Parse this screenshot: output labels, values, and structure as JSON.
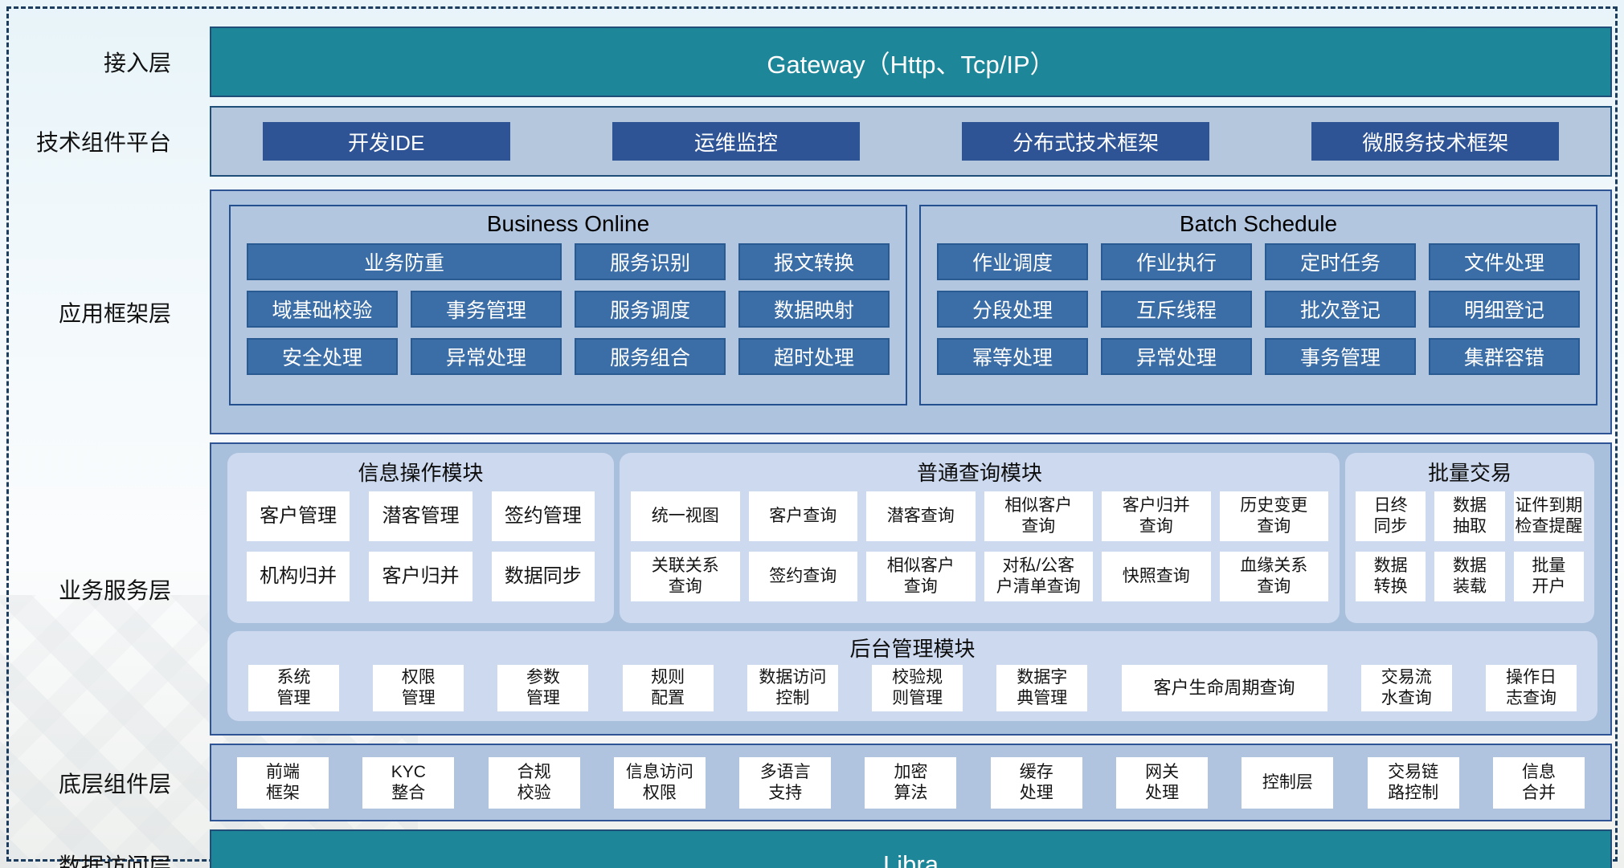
{
  "access_layer": {
    "label": "接入层",
    "gateway": "Gateway（Http、Tcp/IP）"
  },
  "tech_platform": {
    "label": "技术组件平台",
    "buttons": [
      "开发IDE",
      "运维监控",
      "分布式技术框架",
      "微服务技术框架"
    ]
  },
  "app_framework": {
    "label": "应用框架层",
    "business_online": {
      "title": "Business Online",
      "tiles": [
        {
          "label": "业务防重",
          "wide": true
        },
        "服务识别",
        "报文转换",
        "域基础校验",
        "事务管理",
        "服务调度",
        "数据映射",
        "安全处理",
        "异常处理",
        "服务组合",
        "超时处理"
      ]
    },
    "batch_schedule": {
      "title": "Batch Schedule",
      "tiles": [
        "作业调度",
        "作业执行",
        "定时任务",
        "文件处理",
        "分段处理",
        "互斥线程",
        "批次登记",
        "明细登记",
        "幂等处理",
        "异常处理",
        "事务管理",
        "集群容错"
      ]
    }
  },
  "business_service": {
    "label": "业务服务层",
    "info_module": {
      "title": "信息操作模块",
      "tiles": [
        "客户管理",
        "潜客管理",
        "签约管理",
        "机构归并",
        "客户归并",
        "数据同步"
      ]
    },
    "query_module": {
      "title": "普通查询模块",
      "tiles": [
        "统一视图",
        "客户查询",
        "潜客查询",
        "相似客户\n查询",
        "客户归并\n查询",
        "历史变更\n查询",
        "关联关系\n查询",
        "签约查询",
        "相似客户\n查询",
        "对私/公客\n户清单查询",
        "快照查询",
        "血缘关系\n查询"
      ]
    },
    "batch_trade": {
      "title": "批量交易",
      "tiles": [
        "日终\n同步",
        "数据\n抽取",
        "证件到期\n检查提醒",
        "数据\n转换",
        "数据\n装载",
        "批量\n开户"
      ]
    },
    "admin_module": {
      "title": "后台管理模块",
      "tiles": [
        "系统\n管理",
        "权限\n管理",
        "参数\n管理",
        "规则\n配置",
        "数据访问\n控制",
        "校验规\n则管理",
        "数据字\n典管理",
        {
          "label": "客户生命周期查询",
          "wide": true
        },
        "交易流\n水查询",
        "操作日\n志查询"
      ]
    }
  },
  "base_components": {
    "label": "底层组件层",
    "tiles": [
      "前端\n框架",
      "KYC\n整合",
      "合规\n校验",
      "信息访问\n权限",
      "多语言\n支持",
      "加密\n算法",
      "缓存\n处理",
      "网关\n处理",
      "控制层",
      "交易链\n路控制",
      "信息\n合并"
    ]
  },
  "data_access": {
    "label": "数据访问层",
    "bar": "Libra"
  },
  "colors": {
    "teal": "#1d8698",
    "dark_blue": "#2e5496",
    "steel_tile": "#3b6da6",
    "band_blue": "#aec3de",
    "light_panel": "#cdd9ee",
    "border_navy": "#1f4e79"
  }
}
